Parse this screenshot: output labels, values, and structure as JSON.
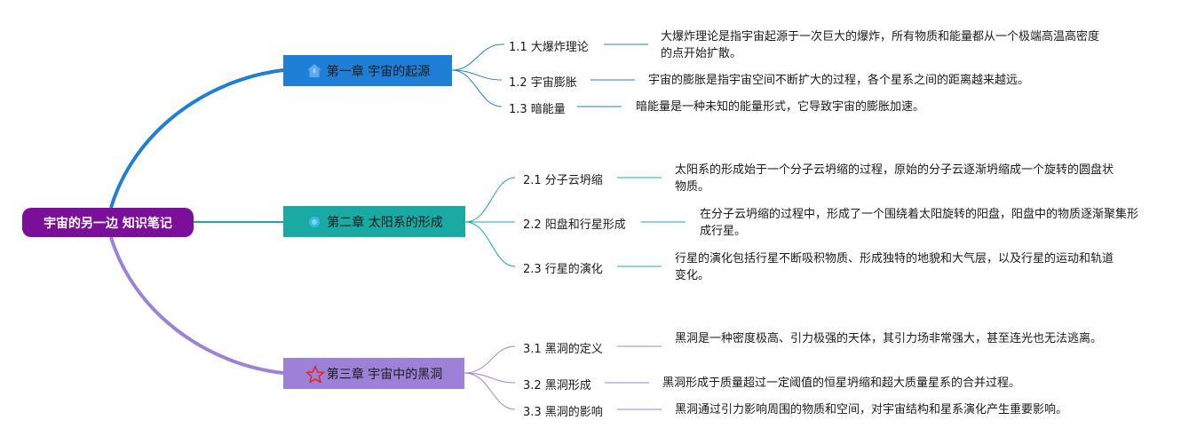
{
  "root": {
    "label": "宇宙的另一边 知识笔记"
  },
  "chapters": [
    {
      "label": "第一章 宇宙的起源",
      "icon": "house-icon",
      "color": "#1f7fd6",
      "items": [
        {
          "label": "1.1 大爆炸理论",
          "desc": "大爆炸理论是指宇宙起源于一次巨大的爆炸，所有物质和能量都从一个极端高温高密度的点开始扩散。"
        },
        {
          "label": "1.2 宇宙膨胀",
          "desc": "宇宙的膨胀是指宇宙空间不断扩大的过程，各个星系之间的距离越来越远。"
        },
        {
          "label": "1.3 暗能量",
          "desc": "暗能量是一种未知的能量形式，它导致宇宙的膨胀加速。"
        }
      ]
    },
    {
      "label": "第二章 太阳系的形成",
      "icon": "sun-icon",
      "color": "#19aaa4",
      "items": [
        {
          "label": "2.1 分子云坍缩",
          "desc": "太阳系的形成始于一个分子云坍缩的过程，原始的分子云逐渐坍缩成一个旋转的圆盘状物质。"
        },
        {
          "label": "2.2 阳盘和行星形成",
          "desc": "在分子云坍缩的过程中，形成了一个围绕着太阳旋转的阳盘，阳盘中的物质逐渐聚集形成行星。"
        },
        {
          "label": "2.3 行星的演化",
          "desc": "行星的演化包括行星不断吸积物质、形成独特的地貌和大气层，以及行星的运动和轨道变化。"
        }
      ]
    },
    {
      "label": "第三章 宇宙中的黑洞",
      "icon": "star-icon",
      "color": "#9d81d8",
      "items": [
        {
          "label": "3.1 黑洞的定义",
          "desc": "黑洞是一种密度极高、引力极强的天体，其引力场非常强大，甚至连光也无法逃离。"
        },
        {
          "label": "3.2 黑洞形成",
          "desc": "黑洞形成于质量超过一定阈值的恒星坍缩和超大质量星系的合并过程。"
        },
        {
          "label": "3.3 黑洞的影响",
          "desc": "黑洞通过引力影响周围的物质和空间，对宇宙结构和星系演化产生重要影响。"
        }
      ]
    }
  ]
}
